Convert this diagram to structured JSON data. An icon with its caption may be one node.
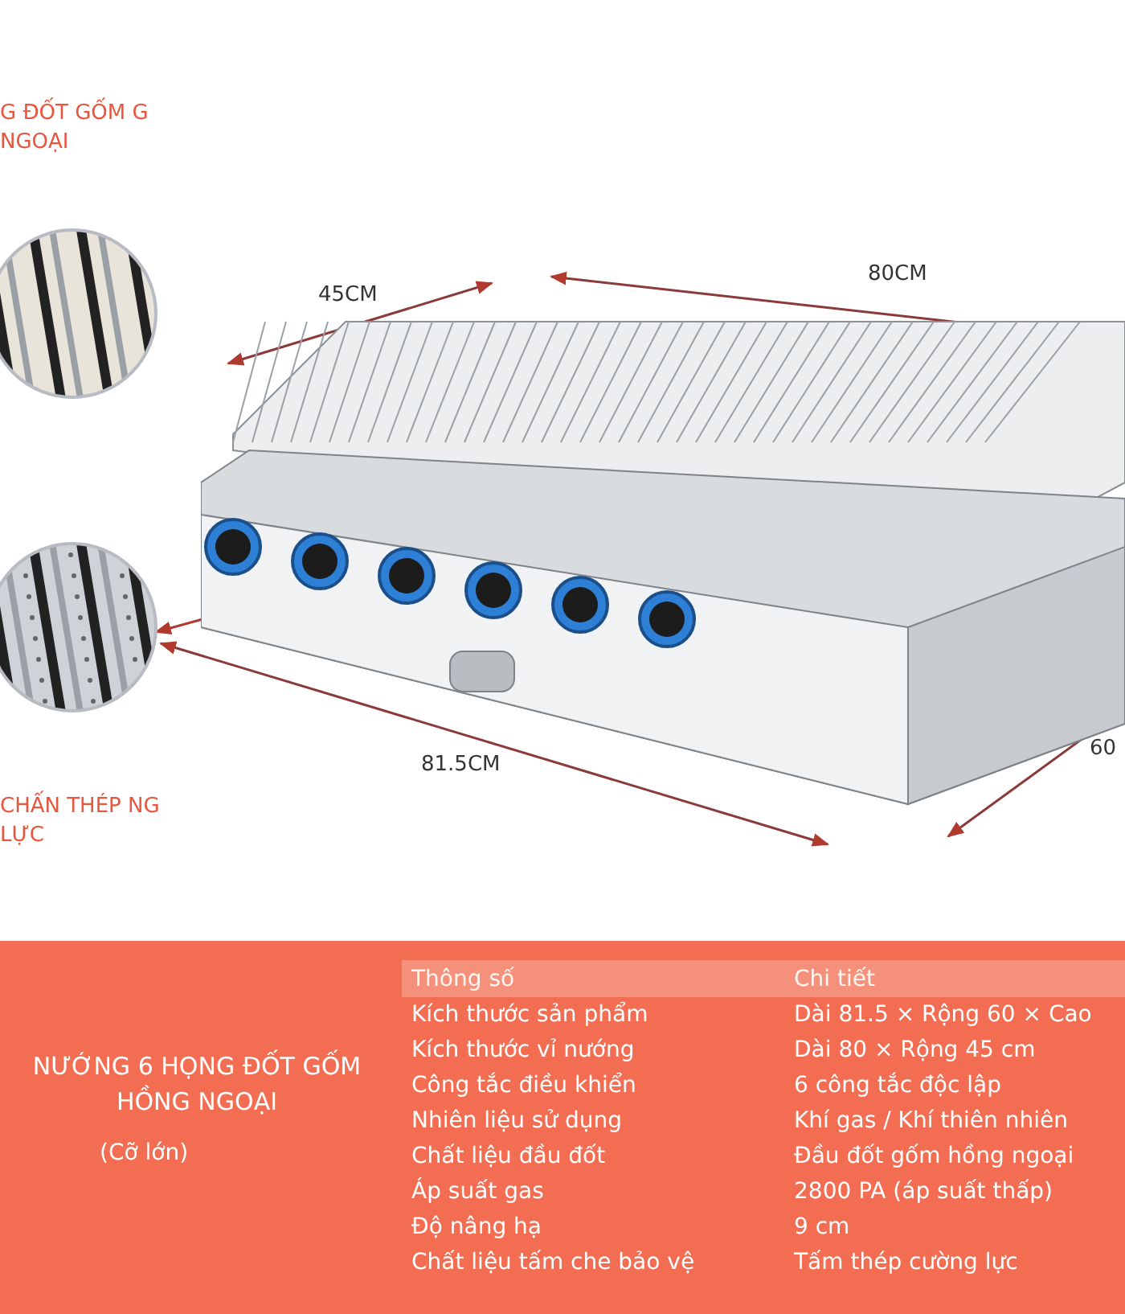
{
  "diagram": {
    "title": "NƯỚNG 6 HỌNG ĐỐT GỐM HỒNG NGOẠI",
    "nodes": [
      {
        "text": [],
        "shape": "picture",
        "beside": [
          "G ĐỐT GỐM G NGOẠI"
        ]
      },
      {
        "text": [],
        "shape": "picture",
        "beside": [
          "CHẤN THÉP NG LỰC"
        ]
      },
      {
        "text": [],
        "shape": "picture"
      }
    ],
    "edges": [
      {
        "from": 2,
        "to": 1,
        "arrow": "to"
      }
    ],
    "labels": [
      "80CM",
      "45CM",
      "81.5CM",
      "60",
      "(Cỡ lớn)",
      "Thông số",
      "Chi tiết",
      "Kích thước sản phẩm",
      "Dài 81.5 × Rộng 60 × Cao",
      "Kích thước vỉ nướng",
      "Dài 80 × Rộng 45 cm",
      "Công tắc điều khiển",
      "6 công tắc độc lập",
      "Nhiên liệu sử dụng",
      "Khí gas / Khí thiên nhiên",
      "Chất liệu đầu đốt",
      "Đầu đốt gốm hồng ngoại",
      "Áp suất gas",
      "2800 PA (áp suất thấp)",
      "Độ nâng hạ",
      "9 cm",
      "Chất liệu tấm che bảo vệ",
      "Tấm thép cường lực"
    ]
  }
}
